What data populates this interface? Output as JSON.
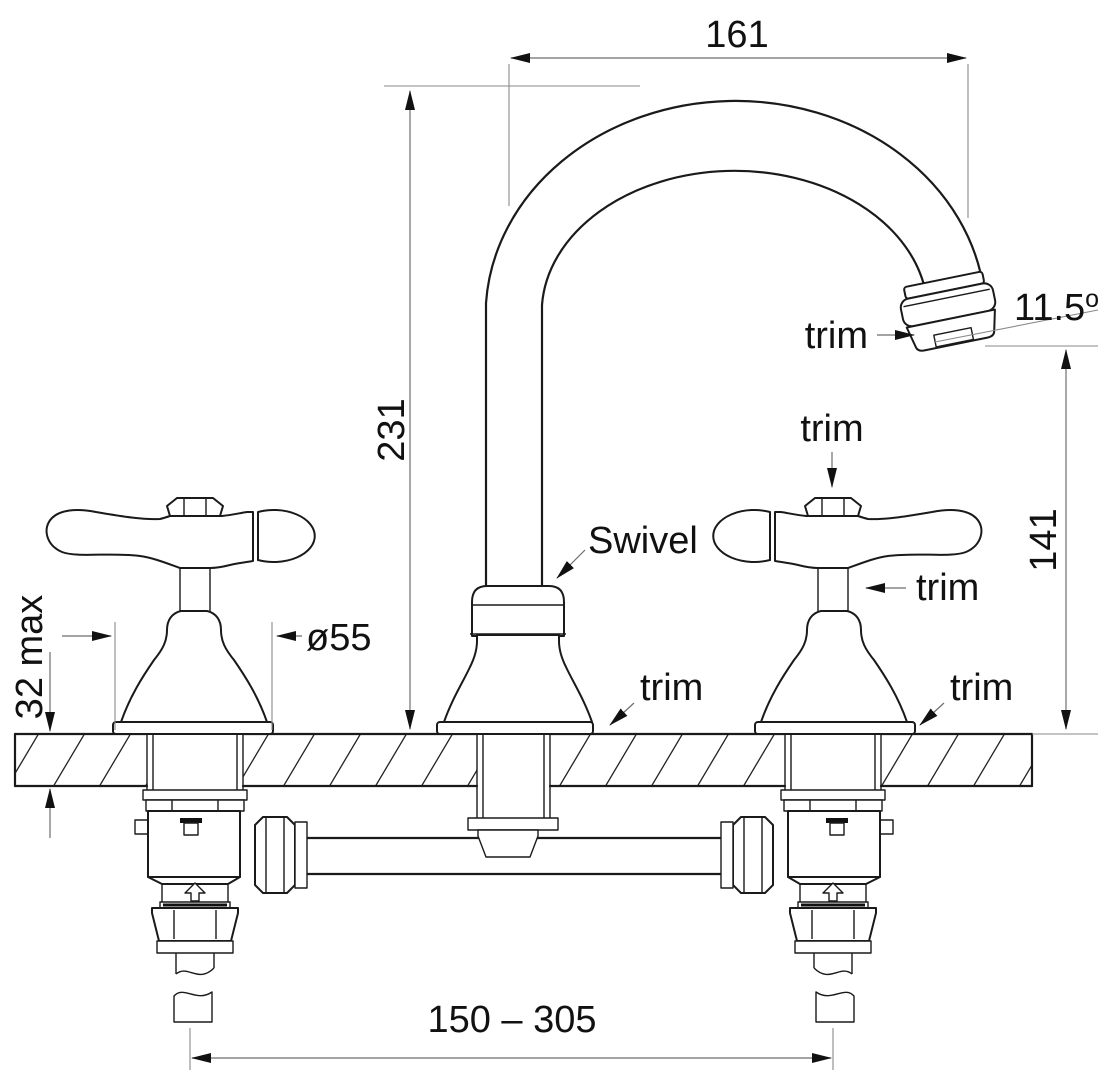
{
  "dimensions": {
    "spout_reach": "161",
    "spout_height": "231",
    "outlet_height": "141",
    "outlet_angle_value": "11.5",
    "outlet_angle_unit_symbol": "o",
    "handle_base_diameter": "ø55",
    "max_deck_thickness": "32 max",
    "inlet_centres_range": "150 – 305"
  },
  "labels": {
    "swivel": "Swivel",
    "trim_spout_outlet": "trim",
    "trim_handle_top": "trim",
    "trim_handle_side": "trim",
    "trim_handle_base": "trim",
    "trim_spout_base": "trim"
  },
  "colors": {
    "drawing_line": "#1a1a1a",
    "dimension_line": "#6e6e6e",
    "text": "#111111",
    "background": "#ffffff"
  }
}
